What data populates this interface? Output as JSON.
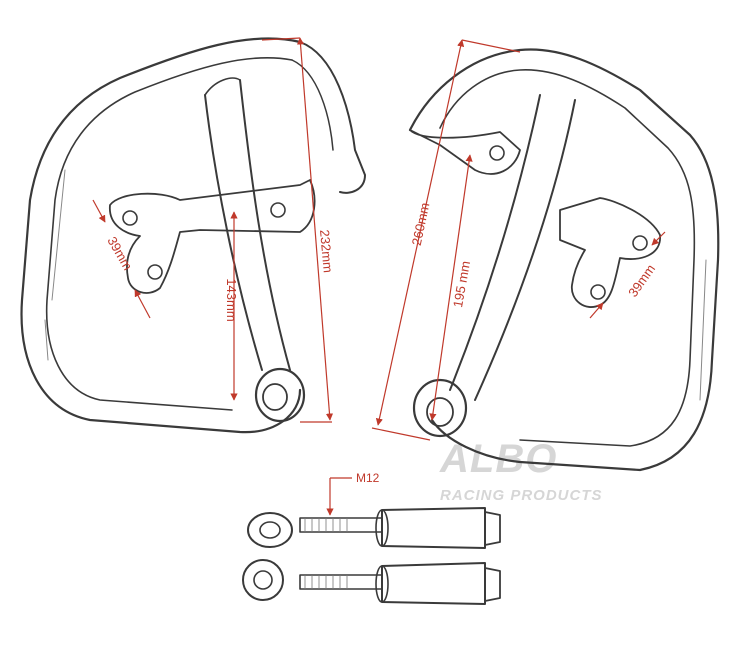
{
  "dimensions": {
    "left_top_width": "232mm",
    "left_mount_spacing": "39mm",
    "left_lower_height": "143mm",
    "right_height": "260mm",
    "right_inner_height": "195 mm",
    "right_mount_spacing": "39mm"
  },
  "bolt_label": "M12",
  "watermark": {
    "logo": "ALBO",
    "tagline": "RACING PRODUCTS"
  },
  "colors": {
    "dimension_lines": "#c0392b",
    "line_art": "#3a3a3a",
    "watermark": "#d6d6d6"
  }
}
